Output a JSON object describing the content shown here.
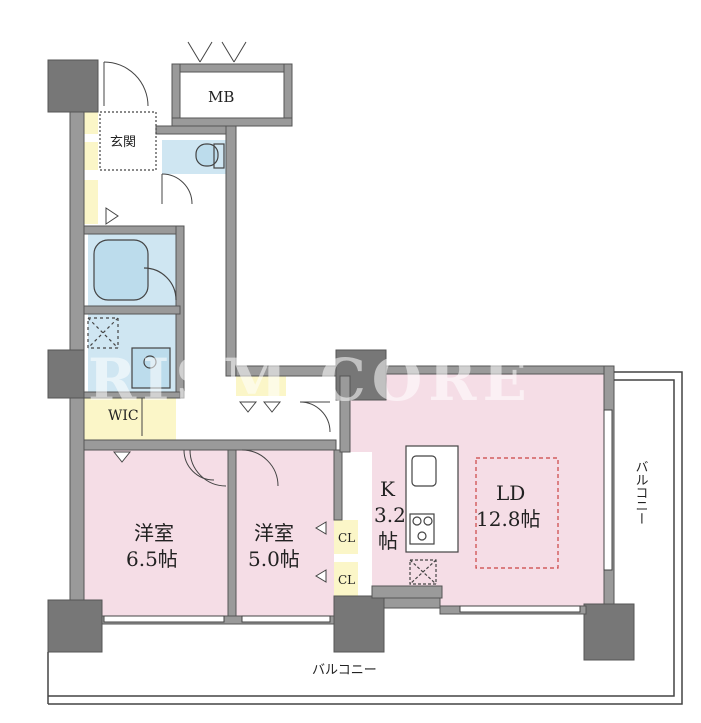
{
  "colors": {
    "wall": "#9a9a9a",
    "wall_dark": "#555555",
    "pink": "#f5dde6",
    "yellow": "#fbf6c8",
    "blue": "#cfe6f2",
    "line": "#444444"
  },
  "labels": {
    "mb": "MB",
    "entrance": "玄関",
    "wic": "WIC",
    "room1_name": "洋室",
    "room1_size": "6.5帖",
    "room2_name": "洋室",
    "room2_size": "5.0帖",
    "cl1": "CL",
    "cl2": "CL",
    "kitchen_name": "K",
    "kitchen_size1": "3.2",
    "kitchen_size2": "帖",
    "ld_name": "LD",
    "ld_size": "12.8帖",
    "balcony_side": "バルコニー",
    "balcony_bottom": "バルコニー",
    "watermark": "RISM CORE"
  }
}
